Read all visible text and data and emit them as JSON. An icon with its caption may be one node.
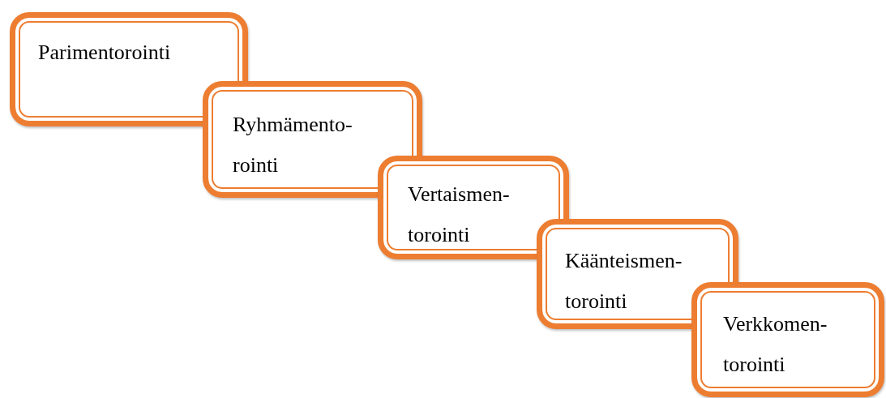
{
  "diagram": {
    "nodes": [
      {
        "text": [
          "Parimentorointi"
        ]
      },
      {
        "text": [
          "Ryhmämento- rointi"
        ]
      },
      {
        "text": [
          "Vertaismen- torointi"
        ]
      },
      {
        "text": [
          "Käänteismen- torointi"
        ]
      },
      {
        "text": [
          "Verkkomen- torointi"
        ]
      }
    ]
  }
}
